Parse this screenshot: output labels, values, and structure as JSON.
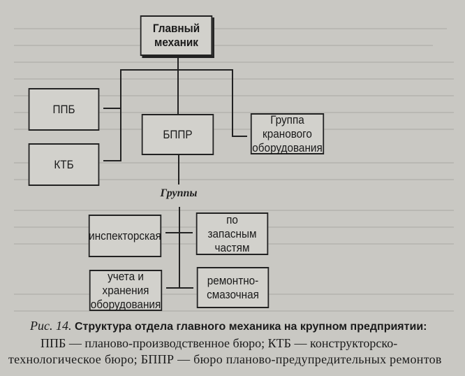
{
  "diagram": {
    "top": "Главный механик",
    "left_boxes": [
      "ППБ",
      "КТБ"
    ],
    "center": "БППР",
    "right": "Группа кранового оборудования",
    "groups_label": "Группы",
    "groups": [
      "инспекторская",
      "по запасным частям",
      "учета и хранения оборудования",
      "ремонтно-смазочная"
    ]
  },
  "caption": {
    "fig_label": "Рис. 14.",
    "title": "Структура отдела главного механика на крупном предприятии:",
    "line2": "ППБ — планово-производственное бюро; КТБ — конструкторско-",
    "line3": "технологическое бюро; БППР — бюро планово-предупредительных ремонтов"
  }
}
